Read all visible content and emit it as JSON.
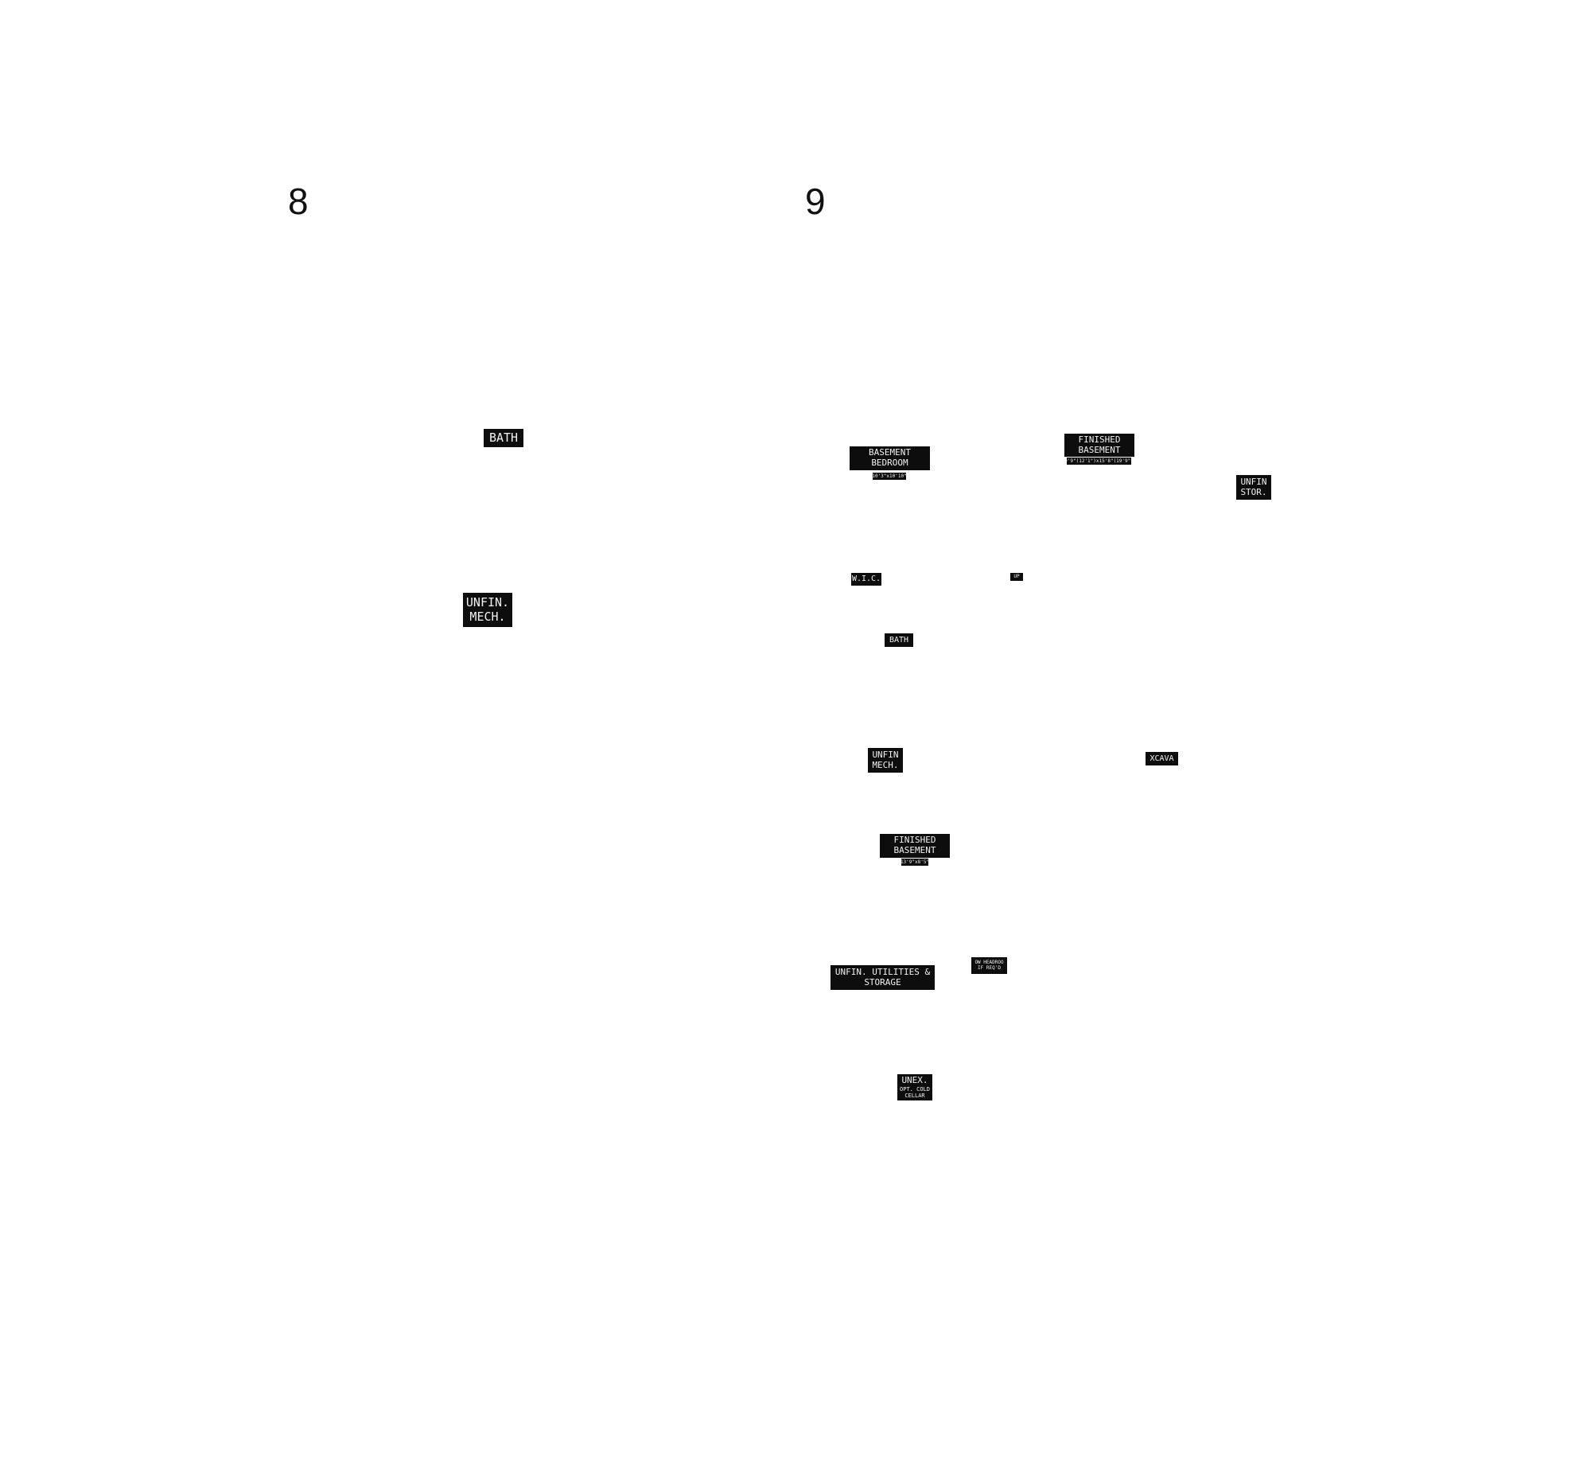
{
  "plan_8": {
    "number": "8",
    "labels": {
      "bath": "BATH",
      "unfin_mech_line1": "UNFIN.",
      "unfin_mech_line2": "MECH."
    }
  },
  "plan_9": {
    "number": "9",
    "labels": {
      "basement_bedroom_line1": "BASEMENT",
      "basement_bedroom_line2": "BEDROOM",
      "basement_bedroom_dim": "10'3\"x10'10\"",
      "finished_basement_top_line1": "FINISHED",
      "finished_basement_top_line2": "BASEMENT",
      "finished_basement_top_dim": "9'9\"(12'1\")x15'8\"(19'9\")",
      "unfin_stor_line1": "UNFIN",
      "unfin_stor_line2": "STOR.",
      "wic": "W.I.C.",
      "up": "UP",
      "bath": "BATH",
      "unfin_mech_line1": "UNFIN",
      "unfin_mech_line2": "MECH.",
      "excava": "XCAVA",
      "finished_basement_bottom_line1": "FINISHED",
      "finished_basement_bottom_line2": "BASEMENT",
      "finished_basement_bottom_dim": "13'9\"x8'5\"",
      "low_headroom_line1": "OW HEADROO",
      "low_headroom_line2": "IF REQ'D",
      "unfin_utilities_line1": "UNFIN. UTILITIES &",
      "unfin_utilities_line2": "STORAGE",
      "unex_line1": "UNEX.",
      "unex_line2": "OPT. COLD",
      "unex_line3": "CELLAR"
    }
  }
}
